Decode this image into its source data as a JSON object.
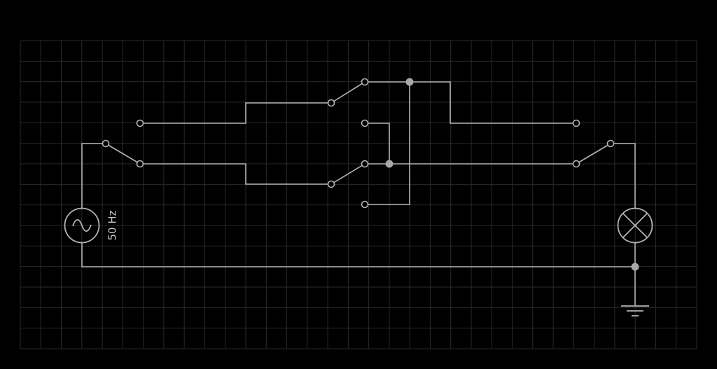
{
  "source": {
    "frequency_label": "50 Hz"
  },
  "colors": {
    "background": "#000000",
    "grid": "#2a2a2a",
    "wire": "#b4b4b4",
    "junction": "#a8a8a8"
  },
  "components": {
    "ac_source": "ac-source-icon",
    "lamp": "lamp-icon",
    "ground": "ground-icon",
    "switches": [
      "left-two-way-switch",
      "middle-upper-switch",
      "middle-lower-switch",
      "right-two-way-switch"
    ]
  }
}
